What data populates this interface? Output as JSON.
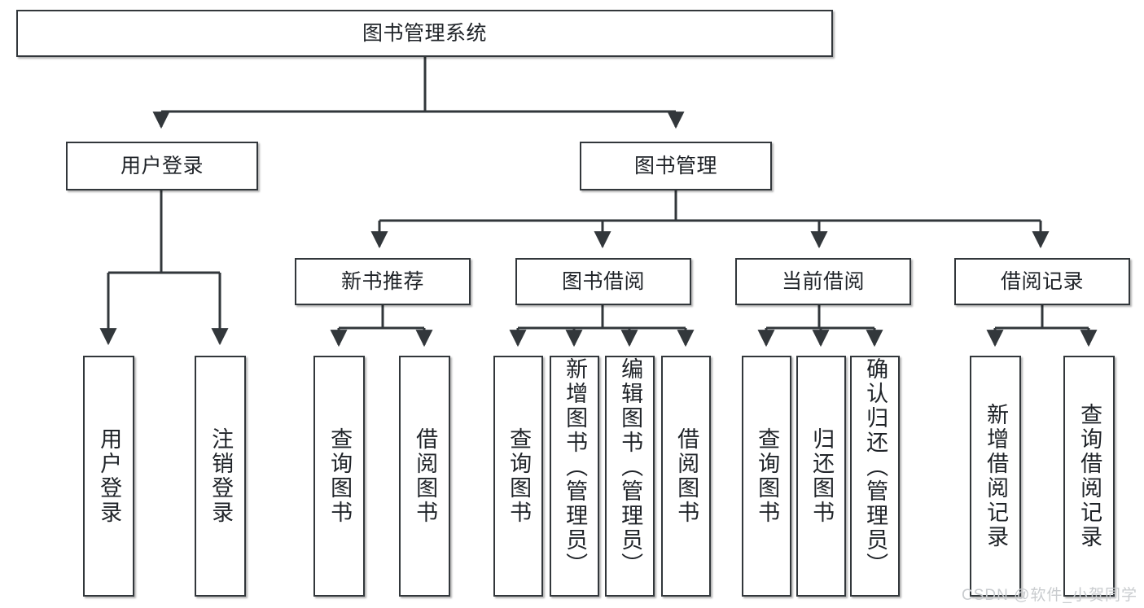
{
  "diagram": {
    "type": "tree-hierarchy-flowchart",
    "title": "图书管理系统",
    "watermark": "CSDN @软件_小贺同学",
    "style": {
      "border_color": "#32373b",
      "fill_color": "#ffffff",
      "text_color": "#1f2328",
      "background": "#ffffff",
      "watermark_color": "#c9cccf"
    },
    "root": {
      "id": "root",
      "label": "图书管理系统"
    },
    "level2": [
      {
        "id": "user-login",
        "label": "用户登录"
      },
      {
        "id": "book-management",
        "label": "图书管理"
      }
    ],
    "level3": [
      {
        "id": "new-book-recommend",
        "label": "新书推荐",
        "parent": "book-management"
      },
      {
        "id": "book-borrow",
        "label": "图书借阅",
        "parent": "book-management"
      },
      {
        "id": "current-borrow",
        "label": "当前借阅",
        "parent": "book-management"
      },
      {
        "id": "borrow-record",
        "label": "借阅记录",
        "parent": "book-management"
      }
    ],
    "leaves": {
      "user_login": [
        {
          "id": "leaf-user-login",
          "label": "用户登录"
        },
        {
          "id": "leaf-user-logout",
          "label": "注销登录"
        }
      ],
      "new_book_recommend": [
        {
          "id": "leaf-query-book-1",
          "label": "查询图书"
        },
        {
          "id": "leaf-borrow-book-1",
          "label": "借阅图书"
        }
      ],
      "book_borrow": [
        {
          "id": "leaf-query-book-2",
          "label": "查询图书"
        },
        {
          "id": "leaf-add-book",
          "label": "新增图书（管理员）"
        },
        {
          "id": "leaf-edit-book",
          "label": "编辑图书（管理员）"
        },
        {
          "id": "leaf-borrow-book-2",
          "label": "借阅图书"
        }
      ],
      "current_borrow": [
        {
          "id": "leaf-query-book-3",
          "label": "查询图书"
        },
        {
          "id": "leaf-return-book",
          "label": "归还图书"
        },
        {
          "id": "leaf-confirm-return",
          "label": "确认归还（管理员）"
        }
      ],
      "borrow_record": [
        {
          "id": "leaf-add-record",
          "label": "新增借阅记录"
        },
        {
          "id": "leaf-query-record",
          "label": "查询借阅记录"
        }
      ]
    }
  }
}
